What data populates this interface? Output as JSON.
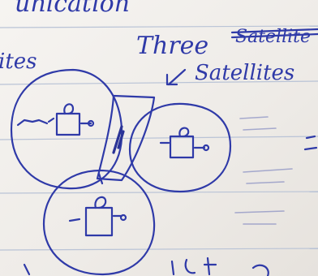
{
  "photo": {
    "caption_visible": "",
    "paper_color": "#f3f1ee",
    "ink_color": "#2f3aa8",
    "annotation_text": "Three",
    "annotation_struck_text": "Satellite",
    "annotation_arrow_label": "Satellites",
    "left_margin_text": "ites",
    "top_fragment_text": "unication"
  }
}
